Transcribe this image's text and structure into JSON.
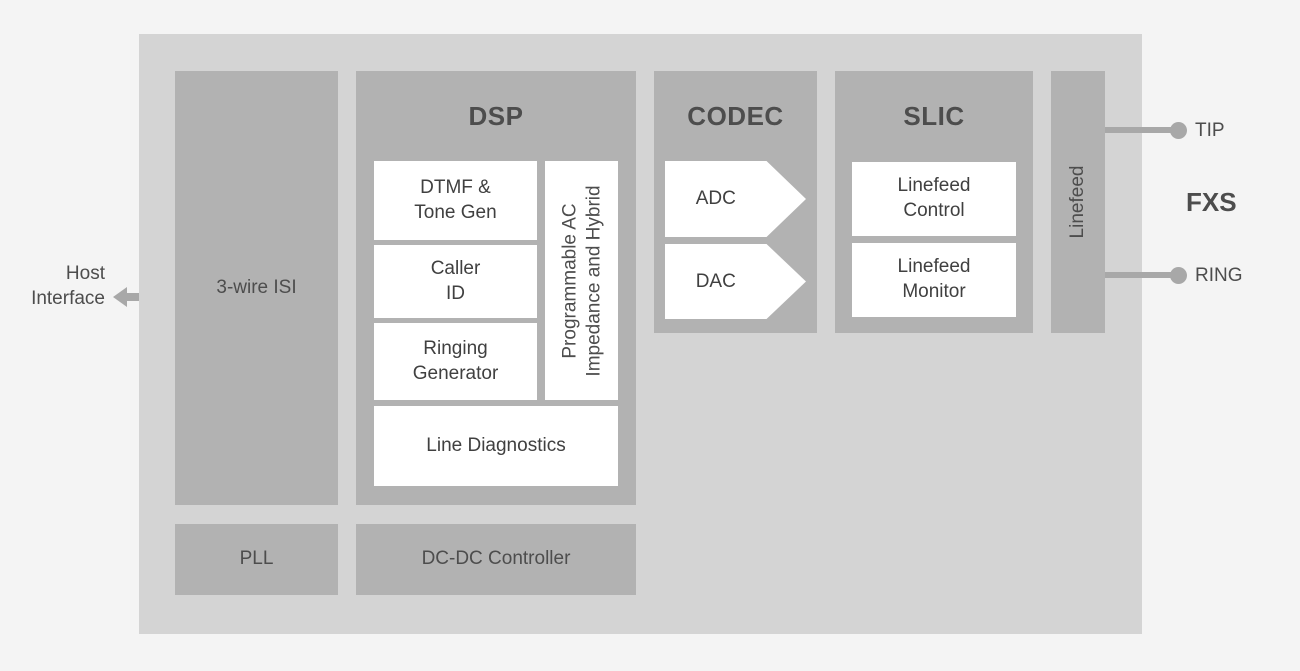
{
  "diagram": {
    "title_label": "FXS",
    "colors": {
      "background": "#f4f4f4",
      "chip_fill": "#d4d4d4",
      "block_fill": "#b2b2b2",
      "leaf_fill": "#ffffff",
      "text": "#4d4d4d",
      "connector": "#a8a8a8"
    }
  },
  "external": {
    "host_interface": {
      "line1": "Host",
      "line2": "Interface",
      "arrow_icon": "bidirectional-arrow-icon"
    },
    "pins": [
      {
        "name": "TIP",
        "label": "TIP"
      },
      {
        "name": "RING",
        "label": "RING"
      }
    ],
    "side_label": "FXS"
  },
  "chip": {
    "isi_block": {
      "label": "3-wire ISI"
    },
    "pll_block": {
      "label": "PLL"
    },
    "dcdc_block": {
      "label": "DC-DC Controller"
    },
    "dsp": {
      "title": "DSP",
      "modules": [
        {
          "id": "dtmf",
          "line1": "DTMF &",
          "line2": "Tone Gen"
        },
        {
          "id": "caller-id",
          "line1": "Caller",
          "line2": "ID"
        },
        {
          "id": "ringing-generator",
          "line1": "Ringing",
          "line2": "Generator"
        }
      ],
      "impedance": {
        "line1": "Programmable AC",
        "line2": "Impedance and Hybrid"
      },
      "line_diagnostics": {
        "label": "Line Diagnostics"
      }
    },
    "codec": {
      "title": "CODEC",
      "converters": [
        {
          "id": "adc",
          "label": "ADC"
        },
        {
          "id": "dac",
          "label": "DAC"
        }
      ]
    },
    "slic": {
      "title": "SLIC",
      "modules": [
        {
          "id": "linefeed-control",
          "line1": "Linefeed",
          "line2": "Control"
        },
        {
          "id": "linefeed-monitor",
          "line1": "Linefeed",
          "line2": "Monitor"
        }
      ]
    },
    "linefeed_column": {
      "label": "Linefeed"
    }
  }
}
